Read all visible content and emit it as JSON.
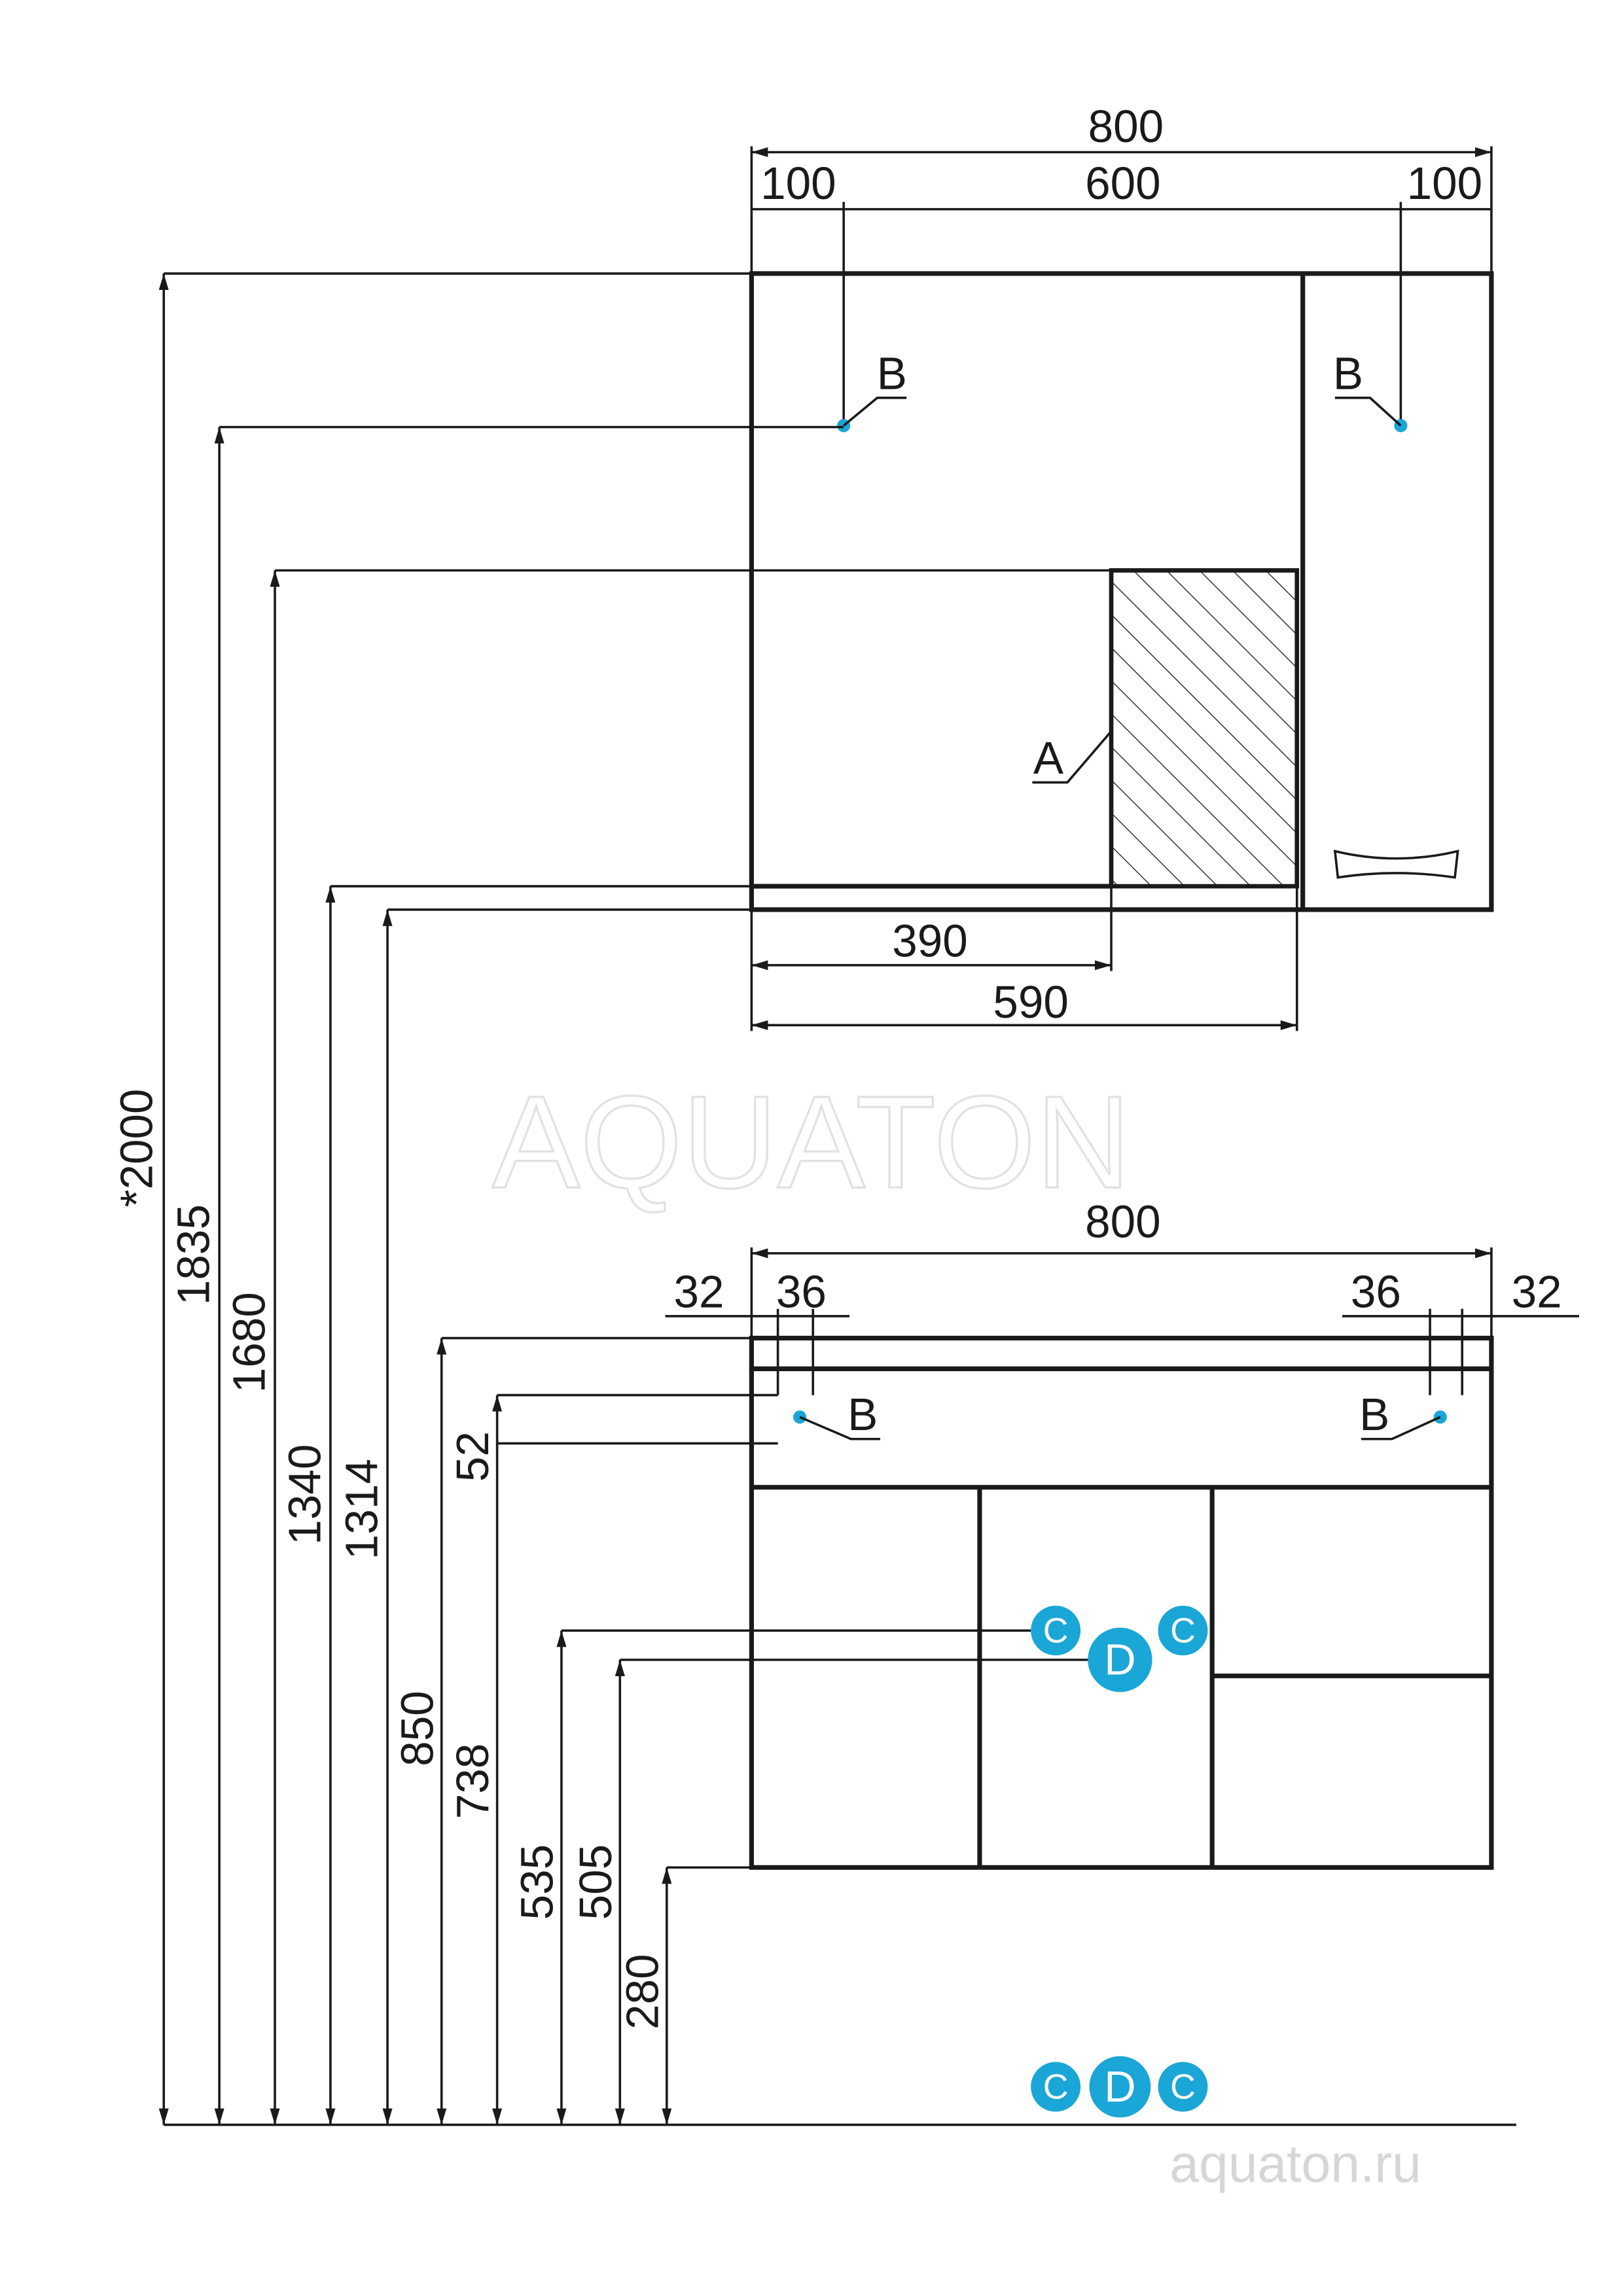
{
  "colors": {
    "line": "#1a1a1a",
    "accent": "#1aa6d6"
  },
  "mirror_cabinet": {
    "width_total": "800",
    "width_left": "100",
    "width_mid": "600",
    "width_right": "100",
    "label_b": "B",
    "label_a": "A",
    "dim_390": "390",
    "dim_590": "590"
  },
  "vertical_dims": {
    "d2000": "*2000",
    "d1835": "1835",
    "d1680": "1680",
    "d1340": "1340",
    "d1314": "1314",
    "d850": "850",
    "d738": "738",
    "d52": "52",
    "d535": "535",
    "d505": "505",
    "d280": "280"
  },
  "vanity": {
    "width_total": "800",
    "d32_left": "32",
    "d36_left": "36",
    "d36_right": "36",
    "d32_right": "32",
    "label_b": "B"
  },
  "connections": {
    "c": "C",
    "d": "D"
  },
  "watermark": "AQUATON",
  "website": "aquaton.ru"
}
